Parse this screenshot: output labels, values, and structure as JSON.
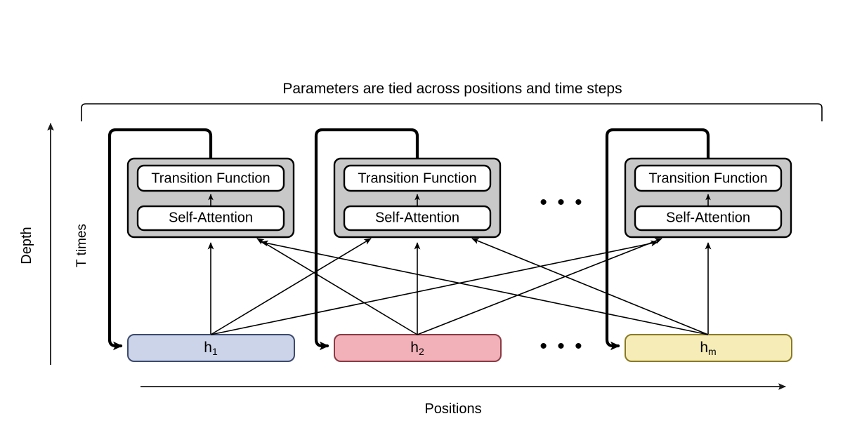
{
  "figure": {
    "title": "Parameters are tied across positions and time steps",
    "axes": {
      "vertical_label": "Depth",
      "horizontal_label": "Positions",
      "recurrence_label": "T times"
    },
    "ellipsis": "• • •",
    "columns": [
      {
        "id": "position-1",
        "transition_label": "Transition Function",
        "attention_label": "Self-Attention",
        "state_base": "h",
        "state_subscript": "1",
        "state_fill": "#ccd4ea",
        "state_stroke": "#3c4a6e"
      },
      {
        "id": "position-2",
        "transition_label": "Transition Function",
        "attention_label": "Self-Attention",
        "state_base": "h",
        "state_subscript": "2",
        "state_fill": "#f2b0b8",
        "state_stroke": "#8a3a44"
      },
      {
        "id": "position-m",
        "transition_label": "Transition Function",
        "attention_label": "Self-Attention",
        "state_base": "h",
        "state_subscript": "m",
        "state_fill": "#f5ecb8",
        "state_stroke": "#8a7a22"
      }
    ],
    "colors": {
      "block_fill": "#c8c8c8",
      "inner_fill": "#ffffff",
      "stroke": "#000000",
      "background": "#ffffff"
    }
  }
}
